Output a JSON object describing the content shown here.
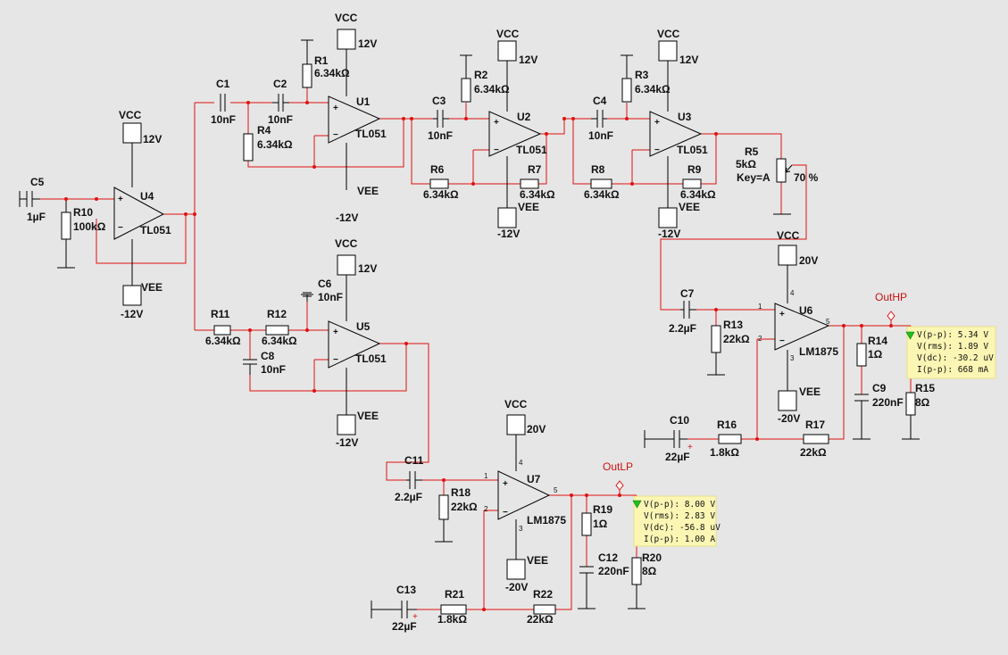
{
  "supplies": {
    "vcc": "VCC",
    "vee": "VEE",
    "v12": "12V",
    "vm12": "-12V",
    "v20": "20V",
    "vm20": "-20V"
  },
  "opamps": {
    "u1": {
      "ref": "U1",
      "model": "TL051"
    },
    "u2": {
      "ref": "U2",
      "model": "TL051"
    },
    "u3": {
      "ref": "U3",
      "model": "TL051"
    },
    "u4": {
      "ref": "U4",
      "model": "TL051"
    },
    "u5": {
      "ref": "U5",
      "model": "TL051"
    },
    "u6": {
      "ref": "U6",
      "model": "LM1875"
    },
    "u7": {
      "ref": "U7",
      "model": "LM1875"
    }
  },
  "resistors": {
    "r1": {
      "ref": "R1",
      "value": "6.34kΩ"
    },
    "r2": {
      "ref": "R2",
      "value": "6.34kΩ"
    },
    "r3": {
      "ref": "R3",
      "value": "6.34kΩ"
    },
    "r4": {
      "ref": "R4",
      "value": "6.34kΩ"
    },
    "r6": {
      "ref": "R6",
      "value": "6.34kΩ"
    },
    "r7": {
      "ref": "R7",
      "value": "6.34kΩ"
    },
    "r8": {
      "ref": "R8",
      "value": "6.34kΩ"
    },
    "r9": {
      "ref": "R9",
      "value": "6.34kΩ"
    },
    "r10": {
      "ref": "R10",
      "value": "100kΩ"
    },
    "r11": {
      "ref": "R11",
      "value": "6.34kΩ"
    },
    "r12": {
      "ref": "R12",
      "value": "6.34kΩ"
    },
    "r13": {
      "ref": "R13",
      "value": "22kΩ"
    },
    "r14": {
      "ref": "R14",
      "value": "1Ω"
    },
    "r15": {
      "ref": "R15",
      "value": "8Ω"
    },
    "r16": {
      "ref": "R16",
      "value": "1.8kΩ"
    },
    "r17": {
      "ref": "R17",
      "value": "22kΩ"
    },
    "r18": {
      "ref": "R18",
      "value": "22kΩ"
    },
    "r19": {
      "ref": "R19",
      "value": "1Ω"
    },
    "r20": {
      "ref": "R20",
      "value": "8Ω"
    },
    "r21": {
      "ref": "R21",
      "value": "1.8kΩ"
    },
    "r22": {
      "ref": "R22",
      "value": "22kΩ"
    }
  },
  "capacitors": {
    "c1": {
      "ref": "C1",
      "value": "10nF"
    },
    "c2": {
      "ref": "C2",
      "value": "10nF"
    },
    "c3": {
      "ref": "C3",
      "value": "10nF"
    },
    "c4": {
      "ref": "C4",
      "value": "10nF"
    },
    "c5": {
      "ref": "C5",
      "value": "1µF"
    },
    "c6": {
      "ref": "C6",
      "value": "10nF"
    },
    "c7": {
      "ref": "C7",
      "value": "2.2µF"
    },
    "c8": {
      "ref": "C8",
      "value": "10nF"
    },
    "c9": {
      "ref": "C9",
      "value": "220nF"
    },
    "c10": {
      "ref": "C10",
      "value": "22µF"
    },
    "c11": {
      "ref": "C11",
      "value": "2.2µF"
    },
    "c12": {
      "ref": "C12",
      "value": "220nF"
    },
    "c13": {
      "ref": "C13",
      "value": "22µF"
    }
  },
  "pot": {
    "ref": "R5",
    "value": "5kΩ",
    "key": "Key=A",
    "percent": "70 %"
  },
  "probes": {
    "hp": {
      "label": "OutHP",
      "vpp": "V(p-p): 5.34 V",
      "vrms": "V(rms): 1.89 V",
      "vdc": "V(dc): -30.2 uV",
      "ipp": "I(p-p): 668 mA"
    },
    "lp": {
      "label": "OutLP",
      "vpp": "V(p-p): 8.00 V",
      "vrms": "V(rms): 2.83 V",
      "vdc": "V(dc): -56.8 uV",
      "ipp": "I(p-p): 1.00 A"
    }
  },
  "pins": {
    "p1": "1",
    "p2": "2",
    "p3": "3",
    "p4": "4",
    "p5": "5",
    "plus": "+"
  }
}
